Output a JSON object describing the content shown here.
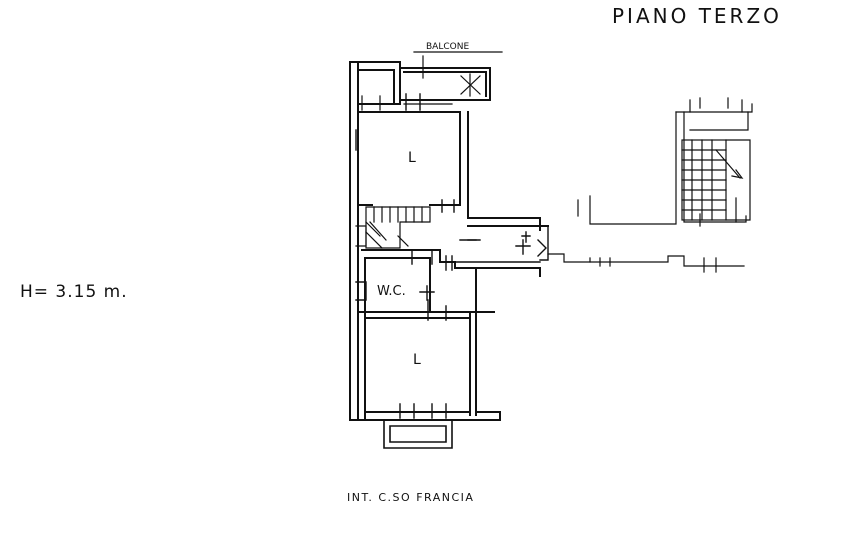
{
  "title": "PIANO TERZO",
  "height_label": "H= 3.15 m.",
  "street_label": "INT. C.SO FRANCIA",
  "rooms": {
    "balcony": "BALCONE",
    "room_upper": "L",
    "bathroom": "W.C.",
    "room_lower": "L"
  },
  "colors": {
    "ink": "#111111",
    "paper": "#ffffff"
  }
}
